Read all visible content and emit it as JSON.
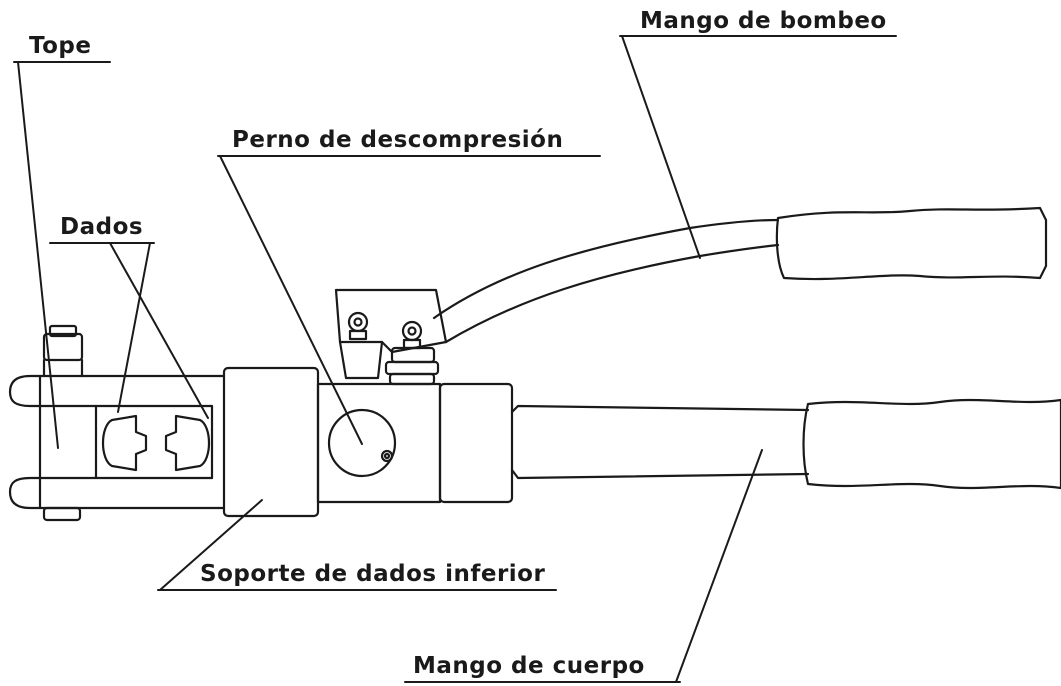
{
  "labels": {
    "tope": "Tope",
    "mango_bombeo": "Mango de bombeo",
    "perno": "Perno de descompresión",
    "dados": "Dados",
    "soporte": "Soporte de dados inferior",
    "mango_cuerpo": "Mango de cuerpo"
  },
  "colors": {
    "ink": "#1a1a1a",
    "background": "#ffffff"
  }
}
